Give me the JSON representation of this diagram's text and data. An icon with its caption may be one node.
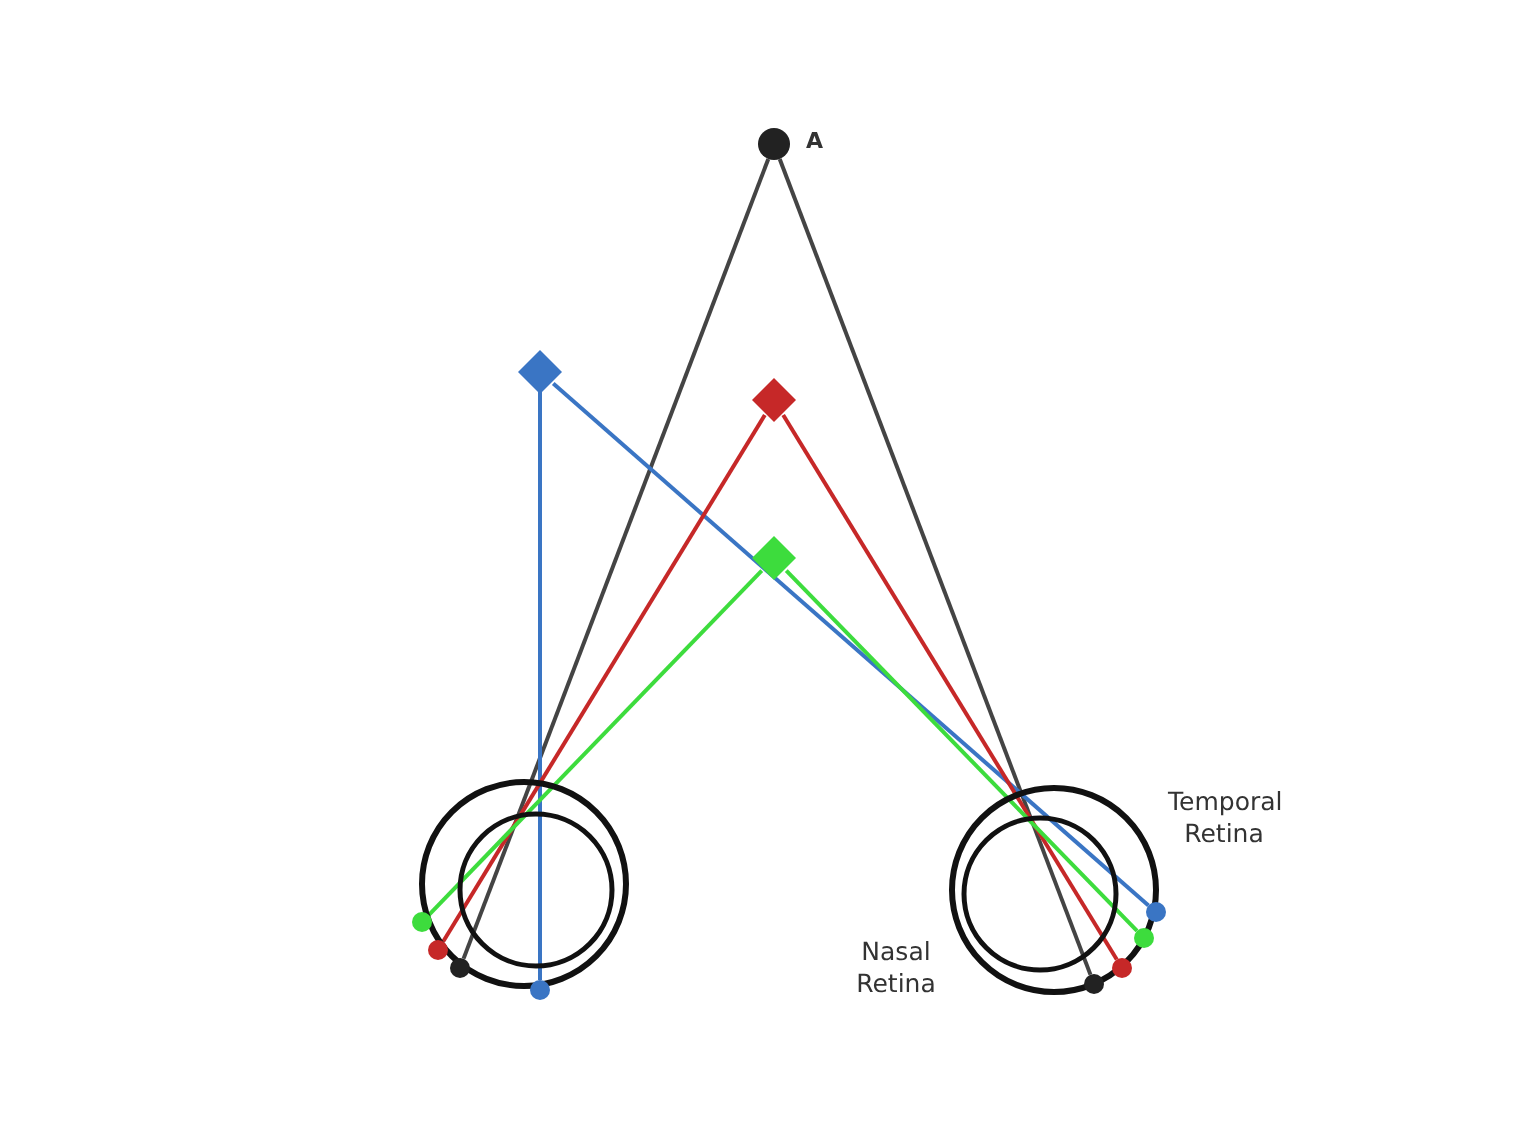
{
  "diagram": {
    "nodes": [
      {
        "text": [],
        "shape": "circle",
        "beside": [
          "A"
        ]
      },
      {
        "text": [],
        "shape": "diamond"
      },
      {
        "text": [],
        "shape": "diamond"
      },
      {
        "text": [],
        "shape": "diamond"
      },
      {
        "text": [],
        "shape": "circle"
      },
      {
        "text": [],
        "shape": "circle"
      },
      {
        "text": [],
        "shape": "circle",
        "in": 4
      },
      {
        "text": [],
        "shape": "circle",
        "in": 4
      },
      {
        "text": [],
        "shape": "circle",
        "in": 4
      },
      {
        "text": [],
        "shape": "circle",
        "in": 4
      },
      {
        "text": [],
        "shape": "circle",
        "in": 5
      },
      {
        "text": [],
        "shape": "circle",
        "in": 5
      },
      {
        "text": [],
        "shape": "circle",
        "in": 5
      },
      {
        "text": [],
        "shape": "circle",
        "in": 5
      }
    ],
    "edges": [
      {
        "from": 0,
        "to": 8,
        "arrow": "none",
        "color": "#444444"
      },
      {
        "from": 0,
        "to": 10,
        "arrow": "none",
        "color": "#444444"
      },
      {
        "from": 1,
        "to": 9,
        "arrow": "none",
        "color": "#3a75c4"
      },
      {
        "from": 1,
        "to": 13,
        "arrow": "none",
        "color": "#3a75c4"
      },
      {
        "from": 2,
        "to": 7,
        "arrow": "none",
        "color": "#c62828"
      },
      {
        "from": 2,
        "to": 11,
        "arrow": "none",
        "color": "#c62828"
      },
      {
        "from": 3,
        "to": 6,
        "arrow": "none",
        "color": "#3ddc3d"
      },
      {
        "from": 3,
        "to": 12,
        "arrow": "none",
        "color": "#3ddc3d"
      }
    ],
    "labels": [
      "Temporal Retina",
      "Nasal Retina"
    ]
  }
}
